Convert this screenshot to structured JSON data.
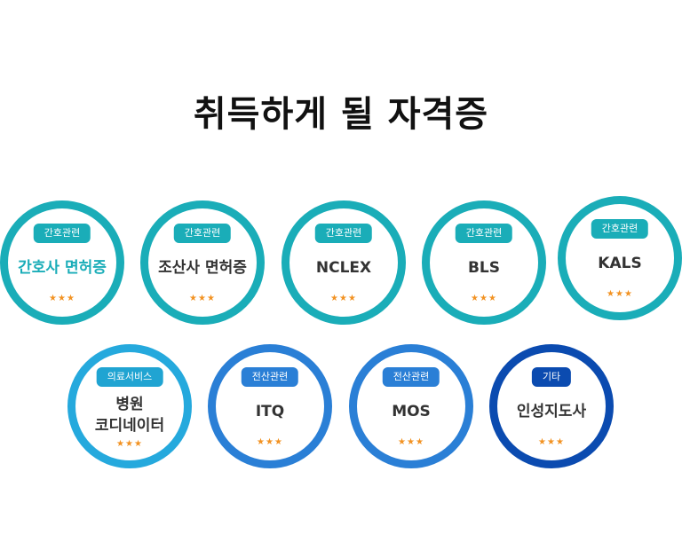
{
  "title": "취득하게 될 자격증",
  "certs": [
    {
      "category": "간호관련",
      "name": "간호사 면허증",
      "stars": "★★★"
    },
    {
      "category": "간호관련",
      "name": "조산사 면허증",
      "stars": "★★★"
    },
    {
      "category": "간호관련",
      "name": "NCLEX",
      "stars": "★★★"
    },
    {
      "category": "간호관련",
      "name": "BLS",
      "stars": "★★★"
    },
    {
      "category": "간호관련",
      "name": "KALS",
      "stars": "★★★"
    },
    {
      "category": "의료서비스",
      "name_line1": "병원",
      "name_line2": "코디네이터",
      "stars": "★★★"
    },
    {
      "category": "전산관련",
      "name": "ITQ",
      "stars": "★★★"
    },
    {
      "category": "전산관련",
      "name": "MOS",
      "stars": "★★★"
    },
    {
      "category": "기타",
      "name": "인성지도사",
      "stars": "★★★"
    }
  ],
  "colors": {
    "teal": "#1aadb8",
    "light_blue": "#25a9dd",
    "blue": "#2a7fd6",
    "navy": "#0b4bb0",
    "star": "#f29222"
  }
}
